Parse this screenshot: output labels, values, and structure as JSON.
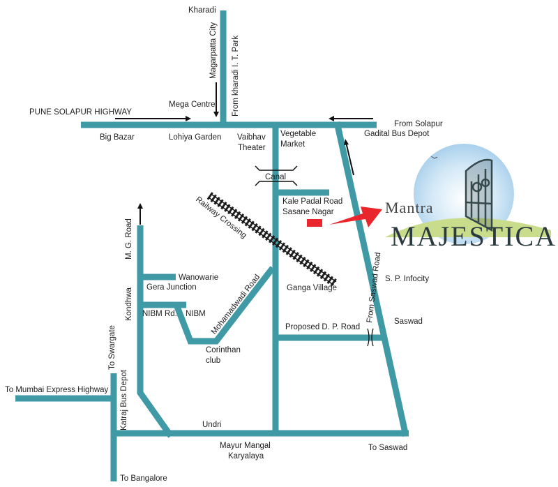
{
  "map": {
    "title": "Location map - Mantra Majestica",
    "colors": {
      "road": "#3f9aa5",
      "marker": "#e8262b",
      "sky": "#bcdcf0",
      "hill": "#c8dc8c",
      "gate": "#35484c"
    },
    "labels": {
      "kharadi": "Kharadi",
      "magarpatta": "Magarpatta City",
      "kharadi_it_park": "From kharadi I. T. Park",
      "mega_centre": "Mega Centre",
      "pune_solapur": "PUNE SOLAPUR HIGHWAY",
      "big_bazar": "Big Bazar",
      "lohiya_garden": "Lohiya Garden",
      "vaibhav_1": "Vaibhav",
      "vaibhav_2": "Theater",
      "veg_1": "Vegetable",
      "veg_2": "Market",
      "from_solapur": "From Solapur",
      "gadital": "Gadital Bus Depot",
      "canal": "Canal",
      "kale_padal": "Kale Padal Road",
      "sasane_nagar": "Sasane Nagar",
      "railway_crossing": "Railway Crossing",
      "mg_road": "M. G. Road",
      "wanowarie": "Wanowarie",
      "gera_junction": "Gera Junction",
      "nibm_rd": "NIBM Rd.",
      "nibm": "NIBM",
      "kondhwa": "Kondhwa",
      "mohamadwadi": "Mohamadwadi Road",
      "ganga_village": "Ganga Village",
      "sp_infocity": "S. P. Infocity",
      "from_saswad_road": "From Saswad Road",
      "saswad": "Saswad",
      "proposed_dp": "Proposed D. P. Road",
      "corinthan_1": "Corinthan",
      "corinthan_2": "club",
      "to_swargate": "To Swargate",
      "to_mumbai": "To Mumbai Express Highway",
      "katraj": "Katraj Bus Depot",
      "undri": "Undri",
      "mayur_1": "Mayur Mangal",
      "mayur_2": "Karyalaya",
      "to_saswad": "To Saswad",
      "to_bangalore": "To Bangalore"
    },
    "brand": {
      "line1": "Mantra",
      "line2": "MAJESTICA"
    }
  }
}
